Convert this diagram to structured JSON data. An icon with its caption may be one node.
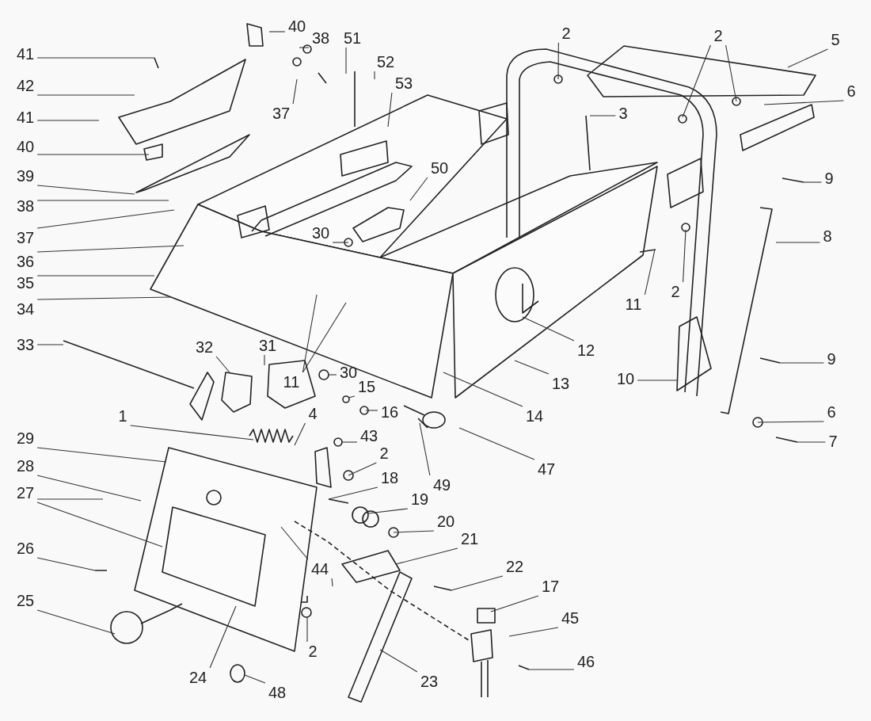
{
  "diagram": {
    "nodes": [
      {
        "text": [
          "40"
        ]
      },
      {
        "text": [
          "41"
        ]
      },
      {
        "text": [
          "38"
        ]
      },
      {
        "text": [
          "51"
        ]
      },
      {
        "text": [
          "2"
        ]
      },
      {
        "text": [
          "2"
        ]
      },
      {
        "text": [
          "5"
        ]
      },
      {
        "text": [
          "52"
        ]
      },
      {
        "text": [
          "53"
        ]
      },
      {
        "text": [
          "42"
        ]
      },
      {
        "text": [
          "6"
        ]
      },
      {
        "text": [
          "37"
        ]
      },
      {
        "text": [
          "3"
        ]
      },
      {
        "text": [
          "41"
        ]
      },
      {
        "text": [
          "40"
        ]
      },
      {
        "text": [
          "50"
        ]
      },
      {
        "text": [
          "39"
        ]
      },
      {
        "text": [
          "9"
        ]
      },
      {
        "text": [
          "38"
        ]
      },
      {
        "text": [
          "30"
        ]
      },
      {
        "text": [
          "8"
        ]
      },
      {
        "text": [
          "37"
        ]
      },
      {
        "text": [
          "36"
        ]
      },
      {
        "text": [
          "35"
        ]
      },
      {
        "text": [
          "11"
        ]
      },
      {
        "text": [
          "2"
        ]
      },
      {
        "text": [
          "34"
        ]
      },
      {
        "text": [
          "33"
        ]
      },
      {
        "text": [
          "32"
        ]
      },
      {
        "text": [
          "31"
        ]
      },
      {
        "text": [
          "12"
        ]
      },
      {
        "text": [
          "11"
        ]
      },
      {
        "text": [
          "30"
        ]
      },
      {
        "text": [
          "10"
        ]
      },
      {
        "text": [
          "13"
        ]
      },
      {
        "text": [
          "15"
        ]
      },
      {
        "text": [
          "9"
        ]
      },
      {
        "text": [
          "16"
        ]
      },
      {
        "text": [
          "1"
        ]
      },
      {
        "text": [
          "6"
        ]
      },
      {
        "text": [
          "14"
        ]
      },
      {
        "text": [
          "4"
        ]
      },
      {
        "text": [
          "43"
        ]
      },
      {
        "text": [
          "29"
        ]
      },
      {
        "text": [
          "7"
        ]
      },
      {
        "text": [
          "2"
        ]
      },
      {
        "text": [
          "28"
        ]
      },
      {
        "text": [
          "47"
        ]
      },
      {
        "text": [
          "18"
        ]
      },
      {
        "text": [
          "49"
        ]
      },
      {
        "text": [
          "27"
        ]
      },
      {
        "text": [
          "19"
        ]
      },
      {
        "text": [
          "20"
        ]
      },
      {
        "text": [
          "21"
        ]
      },
      {
        "text": [
          "26"
        ]
      },
      {
        "text": [
          "22"
        ]
      },
      {
        "text": [
          "44"
        ]
      },
      {
        "text": [
          "17"
        ]
      },
      {
        "text": [
          "25"
        ]
      },
      {
        "text": [
          "45"
        ]
      },
      {
        "text": [
          "2"
        ]
      },
      {
        "text": [
          "46"
        ]
      },
      {
        "text": [
          "24"
        ]
      },
      {
        "text": [
          "23"
        ]
      },
      {
        "text": [
          "48"
        ]
      }
    ],
    "edges": [
      {
        "from": 0,
        "to": null,
        "arrow": "none"
      },
      {
        "from": 1,
        "to": null,
        "arrow": "none"
      },
      {
        "from": 2,
        "to": null,
        "arrow": "none"
      },
      {
        "from": 3,
        "to": null,
        "arrow": "none"
      },
      {
        "from": 4,
        "to": null,
        "arrow": "none"
      },
      {
        "from": 5,
        "to": null,
        "arrow": "none"
      },
      {
        "from": 5,
        "to": null,
        "arrow": "none"
      },
      {
        "from": 6,
        "to": null,
        "arrow": "none"
      },
      {
        "from": 7,
        "to": null,
        "arrow": "none"
      },
      {
        "from": 8,
        "to": null,
        "arrow": "none"
      },
      {
        "from": 9,
        "to": null,
        "arrow": "none"
      },
      {
        "from": 10,
        "to": null,
        "arrow": "none"
      },
      {
        "from": 11,
        "to": null,
        "arrow": "none"
      },
      {
        "from": 12,
        "to": null,
        "arrow": "none"
      },
      {
        "from": 13,
        "to": null,
        "arrow": "none"
      },
      {
        "from": 14,
        "to": null,
        "arrow": "none"
      },
      {
        "from": 15,
        "to": null,
        "arrow": "none"
      },
      {
        "from": 16,
        "to": null,
        "arrow": "none"
      },
      {
        "from": 17,
        "to": null,
        "arrow": "none"
      },
      {
        "from": 18,
        "to": null,
        "arrow": "none"
      },
      {
        "from": 19,
        "to": null,
        "arrow": "none"
      },
      {
        "from": 20,
        "to": null,
        "arrow": "none"
      },
      {
        "from": 21,
        "to": null,
        "arrow": "none"
      },
      {
        "from": 22,
        "to": null,
        "arrow": "none"
      },
      {
        "from": 23,
        "to": null,
        "arrow": "none"
      },
      {
        "from": 24,
        "to": null,
        "arrow": "none"
      },
      {
        "from": 25,
        "to": null,
        "arrow": "none"
      },
      {
        "from": 26,
        "to": null,
        "arrow": "none"
      },
      {
        "from": 27,
        "to": null,
        "arrow": "none"
      },
      {
        "from": 28,
        "to": null,
        "arrow": "none"
      },
      {
        "from": 29,
        "to": null,
        "arrow": "none"
      },
      {
        "from": 30,
        "to": null,
        "arrow": "none"
      },
      {
        "from": 31,
        "to": null,
        "arrow": "none"
      },
      {
        "from": 31,
        "to": null,
        "arrow": "none"
      },
      {
        "from": 32,
        "to": null,
        "arrow": "none"
      },
      {
        "from": 33,
        "to": null,
        "arrow": "none"
      },
      {
        "from": 34,
        "to": null,
        "arrow": "none"
      },
      {
        "from": 35,
        "to": null,
        "arrow": "none"
      },
      {
        "from": 36,
        "to": null,
        "arrow": "none"
      },
      {
        "from": 37,
        "to": null,
        "arrow": "none"
      },
      {
        "from": 38,
        "to": null,
        "arrow": "none"
      },
      {
        "from": 39,
        "to": null,
        "arrow": "none"
      },
      {
        "from": 40,
        "to": null,
        "arrow": "none"
      },
      {
        "from": 41,
        "to": null,
        "arrow": "none"
      },
      {
        "from": 42,
        "to": null,
        "arrow": "none"
      },
      {
        "from": 43,
        "to": null,
        "arrow": "none"
      },
      {
        "from": 44,
        "to": null,
        "arrow": "none"
      },
      {
        "from": 45,
        "to": null,
        "arrow": "none"
      },
      {
        "from": 46,
        "to": null,
        "arrow": "none"
      },
      {
        "from": 47,
        "to": null,
        "arrow": "none"
      },
      {
        "from": 48,
        "to": null,
        "arrow": "none"
      },
      {
        "from": 49,
        "to": null,
        "arrow": "none"
      },
      {
        "from": 50,
        "to": null,
        "arrow": "none"
      },
      {
        "from": 50,
        "to": null,
        "arrow": "none"
      },
      {
        "from": 51,
        "to": null,
        "arrow": "none"
      },
      {
        "from": 52,
        "to": null,
        "arrow": "none"
      },
      {
        "from": 53,
        "to": null,
        "arrow": "none"
      },
      {
        "from": 54,
        "to": null,
        "arrow": "none"
      },
      {
        "from": 55,
        "to": null,
        "arrow": "none"
      },
      {
        "from": 56,
        "to": null,
        "arrow": "none"
      },
      {
        "from": 56,
        "to": null,
        "arrow": "none"
      },
      {
        "from": 57,
        "to": null,
        "arrow": "none"
      },
      {
        "from": 58,
        "to": null,
        "arrow": "none"
      },
      {
        "from": 59,
        "to": null,
        "arrow": "none"
      },
      {
        "from": 60,
        "to": null,
        "arrow": "none"
      },
      {
        "from": 61,
        "to": null,
        "arrow": "none"
      },
      {
        "from": 62,
        "to": null,
        "arrow": "none"
      },
      {
        "from": 63,
        "to": null,
        "arrow": "none"
      },
      {
        "from": 64,
        "to": null,
        "arrow": "none"
      }
    ]
  }
}
